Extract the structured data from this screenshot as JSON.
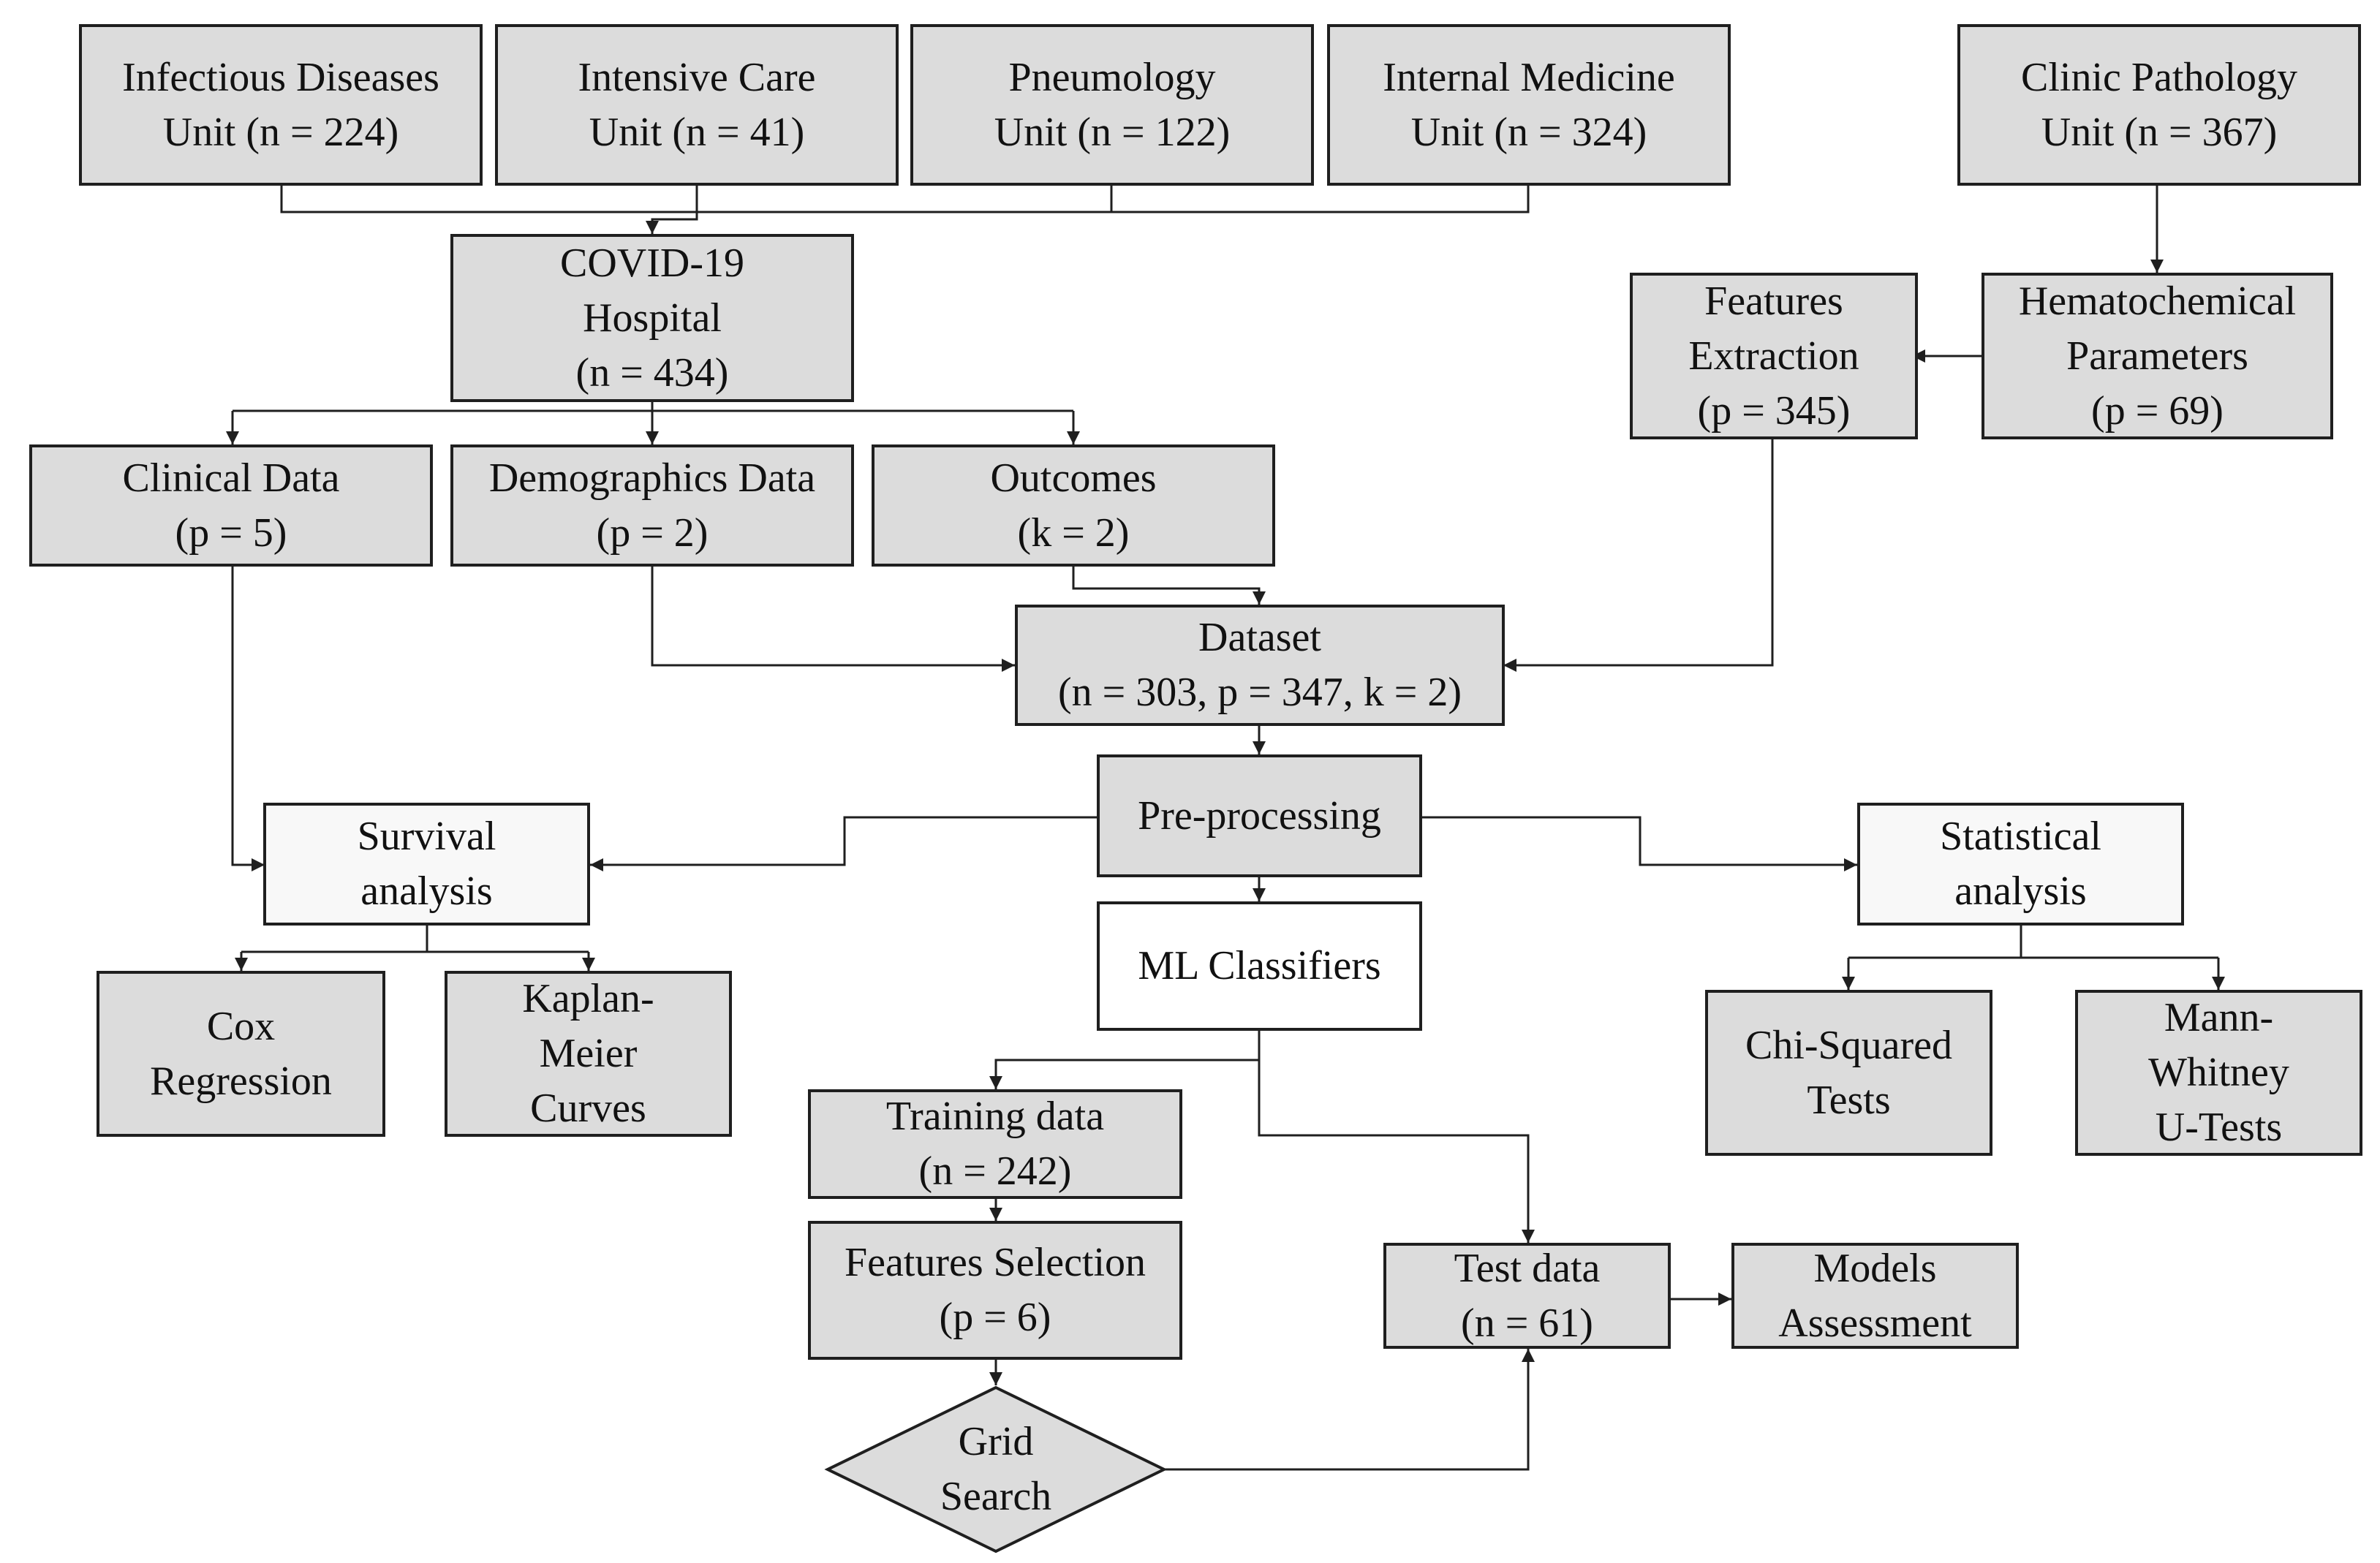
{
  "nodes": {
    "infectious": [
      "Infectious Diseases",
      "Unit (n = 224)"
    ],
    "intensive": [
      "Intensive Care",
      "Unit (n = 41)"
    ],
    "pneumology": [
      "Pneumology",
      "Unit (n = 122)"
    ],
    "internal": [
      "Internal Medicine",
      "Unit (n = 324)"
    ],
    "clinic_pathology": [
      "Clinic Pathology",
      "Unit (n = 367)"
    ],
    "covid_hospital": [
      "COVID-19",
      "Hospital",
      "(n = 434)"
    ],
    "features_extraction": [
      "Features",
      "Extraction",
      "(p = 345)"
    ],
    "hematochemical": [
      "Hematochemical",
      "Parameters",
      "(p = 69)"
    ],
    "clinical_data": [
      "Clinical Data",
      "(p = 5)"
    ],
    "demographics_data": [
      "Demographics Data",
      "(p = 2)"
    ],
    "outcomes": [
      "Outcomes",
      "(k = 2)"
    ],
    "dataset": [
      "Dataset",
      "(n = 303, p = 347, k = 2)"
    ],
    "preprocessing": [
      "Pre-processing"
    ],
    "survival": [
      "Survival",
      "analysis"
    ],
    "statistical": [
      "Statistical",
      "analysis"
    ],
    "ml_classifiers": [
      "ML Classifiers"
    ],
    "cox": [
      "Cox",
      "Regression"
    ],
    "kaplan": [
      "Kaplan-",
      "Meier",
      "Curves"
    ],
    "chi_squared": [
      "Chi-Squared",
      "Tests"
    ],
    "mann_whitney": [
      "Mann-",
      "Whitney",
      "U-Tests"
    ],
    "training_data": [
      "Training data",
      "(n = 242)"
    ],
    "features_selection": [
      "Features Selection",
      "(p = 6)"
    ],
    "test_data": [
      "Test data",
      "(n = 61)"
    ],
    "models_assessment": [
      "Models",
      "Assessment"
    ],
    "grid_search": [
      "Grid",
      "Search"
    ]
  },
  "colors": {
    "box_fill": "#dcdcdc",
    "light_fill": "#f8f8f8",
    "stroke": "#1f1f1f"
  }
}
